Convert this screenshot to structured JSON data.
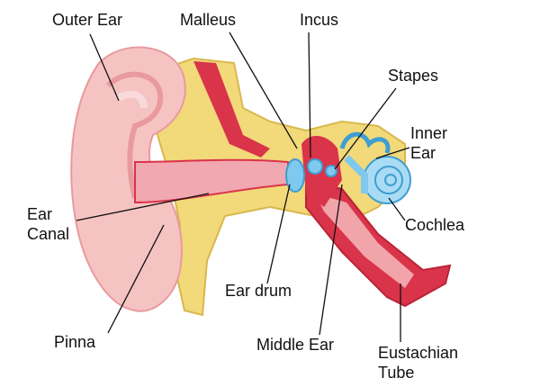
{
  "labels": {
    "outer_ear": "Outer Ear",
    "malleus": "Malleus",
    "incus": "Incus",
    "stapes": "Stapes",
    "inner_ear_1": "Inner",
    "inner_ear_2": "Ear",
    "cochlea": "Cochlea",
    "ear_canal_1": "Ear",
    "ear_canal_2": "Canal",
    "ear_drum": "Ear drum",
    "pinna": "Pinna",
    "middle_ear": "Middle Ear",
    "eustachian_1": "Eustachian",
    "eustachian_2": "Tube"
  },
  "colors": {
    "skin": "#f6c3c3",
    "skin_dark": "#e89a9e",
    "fat": "#f2d97a",
    "muscle": "#d9344a",
    "bone_blue": "#7fc8ee",
    "canal": "#f1a8b0"
  }
}
